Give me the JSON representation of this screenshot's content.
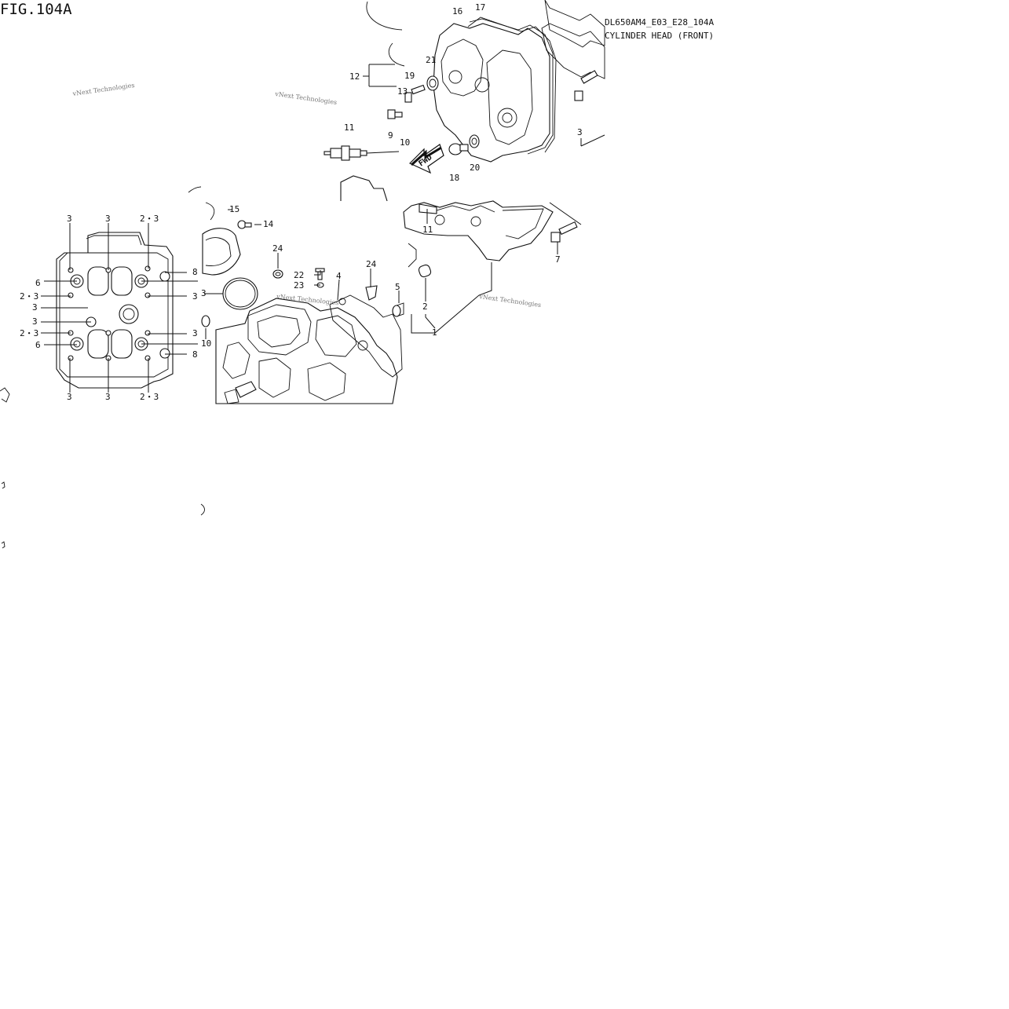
{
  "figure": {
    "number": "FIG.104A",
    "code": "DL650AM4_E03_E28_104A",
    "title": "CYLINDER HEAD (FRONT)"
  },
  "fwd_label": "FWD",
  "watermark": "vNext Technologies",
  "callouts": {
    "c16": "16",
    "c17": "17",
    "c21": "21",
    "c12": "12",
    "c19": "19",
    "c13": "13",
    "c11a": "11",
    "c9": "9",
    "c10a": "10",
    "c18": "18",
    "c20": "20",
    "c3a": "3",
    "c15": "15",
    "c14": "14",
    "c24a": "24",
    "c24b": "24",
    "c22": "22",
    "c23": "23",
    "c4": "4",
    "c5": "5",
    "c2": "2",
    "c1": "1",
    "c11b": "11",
    "c7": "7",
    "c3b": "3",
    "c10b": "10",
    "l_t1": "3",
    "l_t2": "3",
    "l_t3": "2・3",
    "l_6a": "6",
    "l_23a": "2・3",
    "l_3a": "3",
    "l_3b": "3",
    "l_23b": "2・3",
    "l_6b": "6",
    "r_8a": "8",
    "r_3a": "3",
    "r_3b": "3",
    "r_8b": "8",
    "l_b1": "3",
    "l_b2": "3",
    "l_b3": "2・3"
  }
}
